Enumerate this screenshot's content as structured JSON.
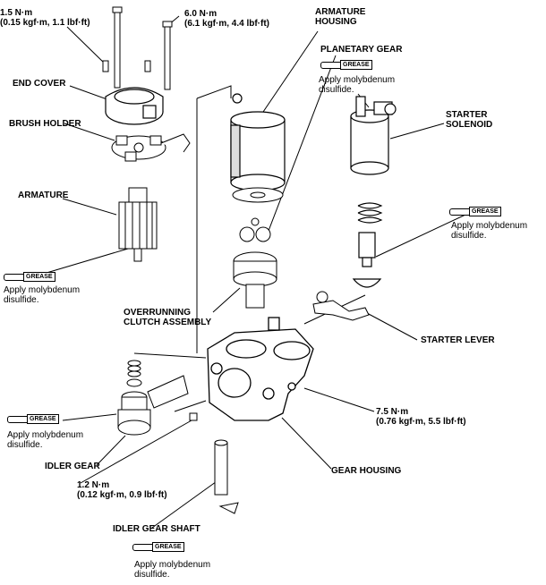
{
  "labels": {
    "torque_end_cover": "1.5 N·m",
    "torque_end_cover_sub": "(0.15 kgf·m, 1.1 lbf·ft)",
    "torque_bolt": "6.0 N·m",
    "torque_bolt_sub": "(6.1 kgf·m, 4.4 lbf·ft)",
    "armature_housing_1": "ARMATURE",
    "armature_housing_2": "HOUSING",
    "planetary_gear": "PLANETARY GEAR",
    "end_cover": "END COVER",
    "brush_holder": "BRUSH HOLDER",
    "starter_solenoid_1": "STARTER",
    "starter_solenoid_2": "SOLENOID",
    "armature": "ARMATURE",
    "overrunning_1": "OVERRUNNING",
    "overrunning_2": "CLUTCH ASSEMBLY",
    "starter_lever": "STARTER LEVER",
    "torque_gear_housing": "7.5 N·m",
    "torque_gear_housing_sub": "(0.76 kgf·m, 5.5 lbf·ft)",
    "idler_gear": "IDLER GEAR",
    "gear_housing": "GEAR HOUSING",
    "torque_idler": "1.2 N·m",
    "torque_idler_sub": "(0.12 kgf·m, 0.9 lbf·ft)",
    "idler_gear_shaft": "IDLER GEAR SHAFT"
  },
  "grease_tag": "GREASE",
  "notes": {
    "moly_1": "Apply molybdenum",
    "moly_2": "disulfide."
  }
}
